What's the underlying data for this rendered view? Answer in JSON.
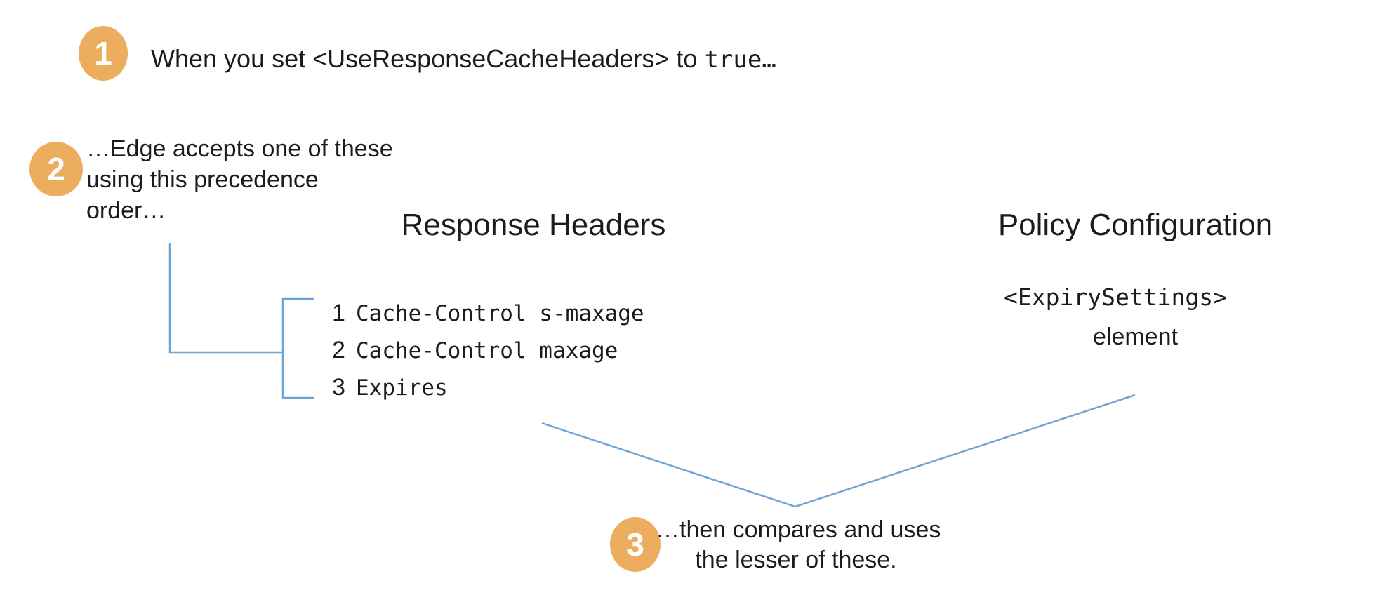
{
  "colors": {
    "badge_fill": "#ECAD5E",
    "badge_text": "#FFFFFF",
    "connector_line": "#6FA5D6",
    "text": "#1C1C1C",
    "background": "#FFFFFF"
  },
  "step1": {
    "badge": "1",
    "text_before_code": "When you set <UseResponseCacheHeaders> to ",
    "code": "true…"
  },
  "step2": {
    "badge": "2",
    "lines": [
      "…Edge accepts one of these",
      "using this precedence",
      "order…"
    ]
  },
  "step3": {
    "badge": "3",
    "lines": [
      "…then compares and uses",
      "the lesser of these."
    ]
  },
  "response_headers": {
    "title": "Response Headers",
    "items": [
      {
        "rank": "1",
        "code": "Cache-Control s-maxage"
      },
      {
        "rank": "2",
        "code": "Cache-Control maxage"
      },
      {
        "rank": "3",
        "code": "Expires"
      }
    ]
  },
  "policy_configuration": {
    "title": "Policy Configuration",
    "code": "<ExpirySettings>",
    "caption": "element"
  }
}
